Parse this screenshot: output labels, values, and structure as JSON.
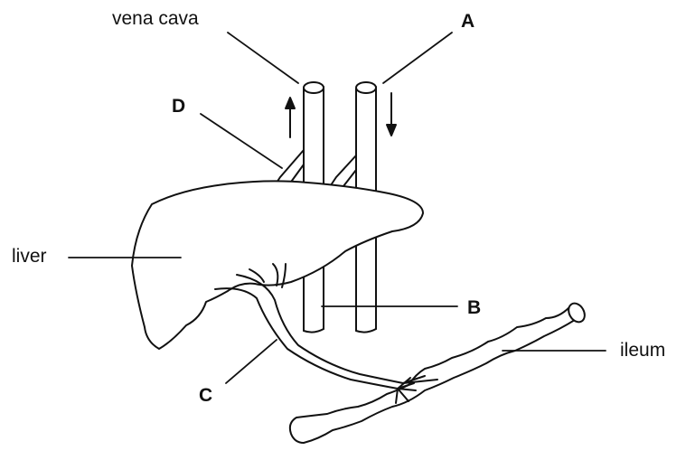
{
  "labels": {
    "vena_cava": "vena cava",
    "a": "A",
    "d": "D",
    "liver": "liver",
    "b": "B",
    "ileum": "ileum",
    "c": "C"
  },
  "colors": {
    "line": "#111111",
    "background": "#ffffff"
  }
}
